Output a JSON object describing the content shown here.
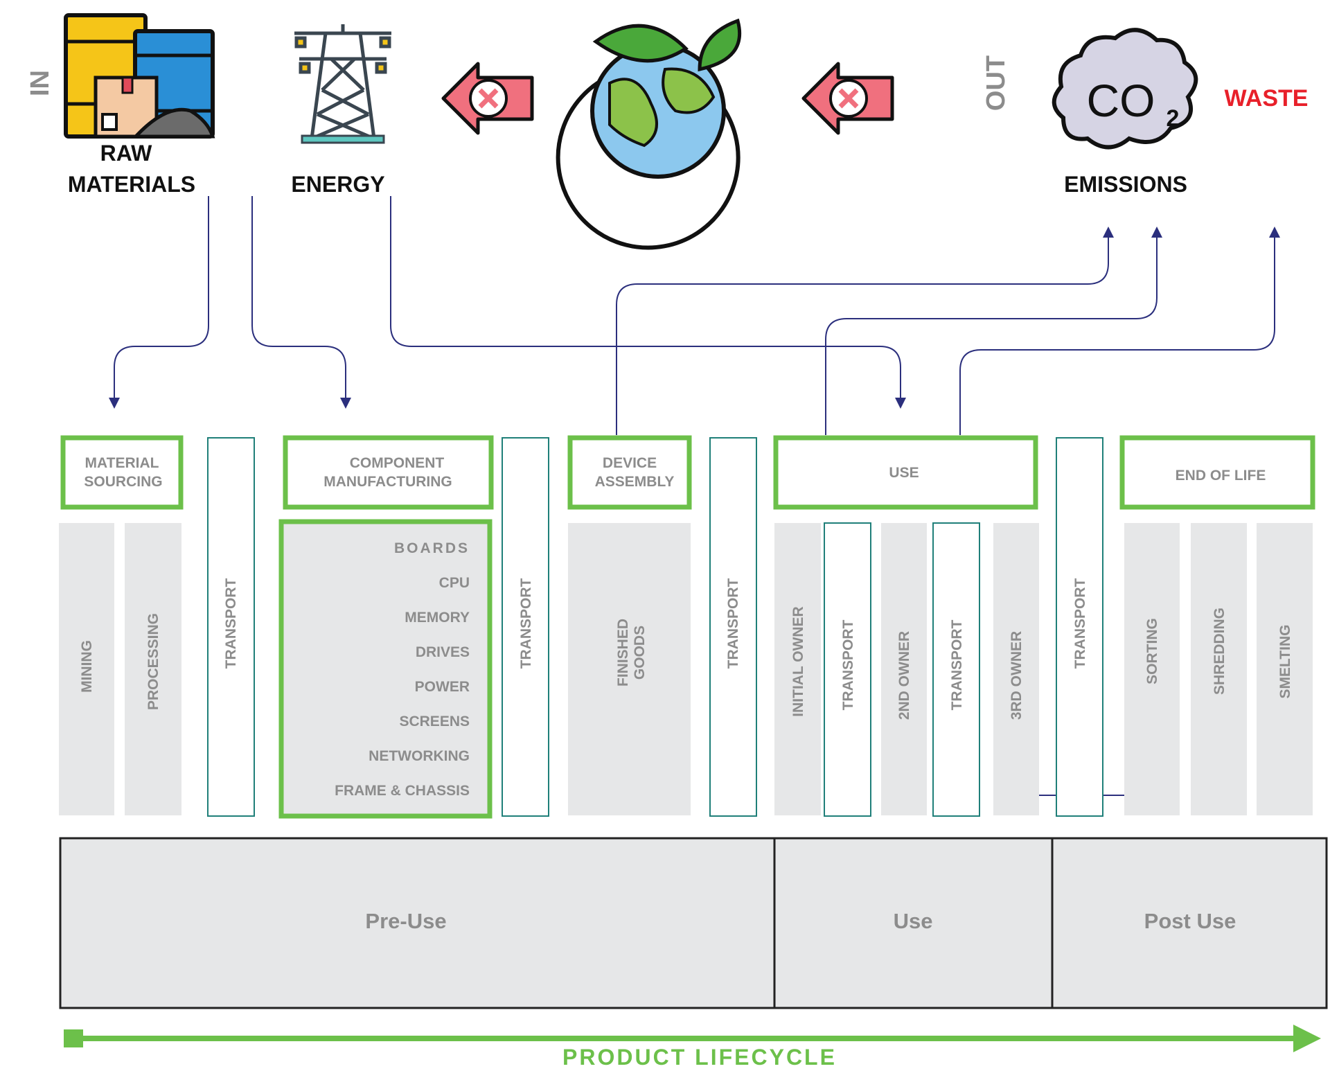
{
  "inputs": {
    "side_label": "IN",
    "raw_line1": "RAW",
    "raw_line2": "MATERIALS",
    "energy": "ENERGY"
  },
  "outputs": {
    "side_label": "OUT",
    "emissions": "EMISSIONS",
    "waste": "WASTE",
    "co2_main": "CO",
    "co2_sub": "2"
  },
  "stages": {
    "material_l1": "MATERIAL",
    "material_l2": "SOURCING",
    "component_l1": "COMPONENT",
    "component_l2": "MANUFACTURING",
    "device_l1": "DEVICE",
    "device_l2": "ASSEMBLY",
    "use": "USE",
    "eol": "END OF LIFE"
  },
  "columns": {
    "mining": "MINING",
    "processing": "PROCESSING",
    "transport": "TRANSPORT",
    "finished_l1": "FINISHED",
    "finished_l2": "GOODS",
    "initial_owner": "INITIAL OWNER",
    "second_owner": "2ND OWNER",
    "third_owner": "3RD OWNER",
    "sorting": "SORTING",
    "shredding": "SHREDDING",
    "smelting": "SMELTING"
  },
  "components": [
    "BOARDS",
    "CPU",
    "MEMORY",
    "DRIVES",
    "POWER",
    "SCREENS",
    "NETWORKING",
    "FRAME & CHASSIS"
  ],
  "phases": {
    "pre_use": "Pre-Use",
    "use": "Use",
    "post_use": "Post Use"
  },
  "timeline": {
    "label": "PRODUCT LIFECYCLE"
  },
  "colors": {
    "green": "#6cc04a",
    "teal": "#1f7f79",
    "navy": "#2b2f7d",
    "gray_fill": "#e6e7e8",
    "gray_text": "#8c8c8c",
    "red": "#e8202a",
    "pink": "#f0707e"
  }
}
